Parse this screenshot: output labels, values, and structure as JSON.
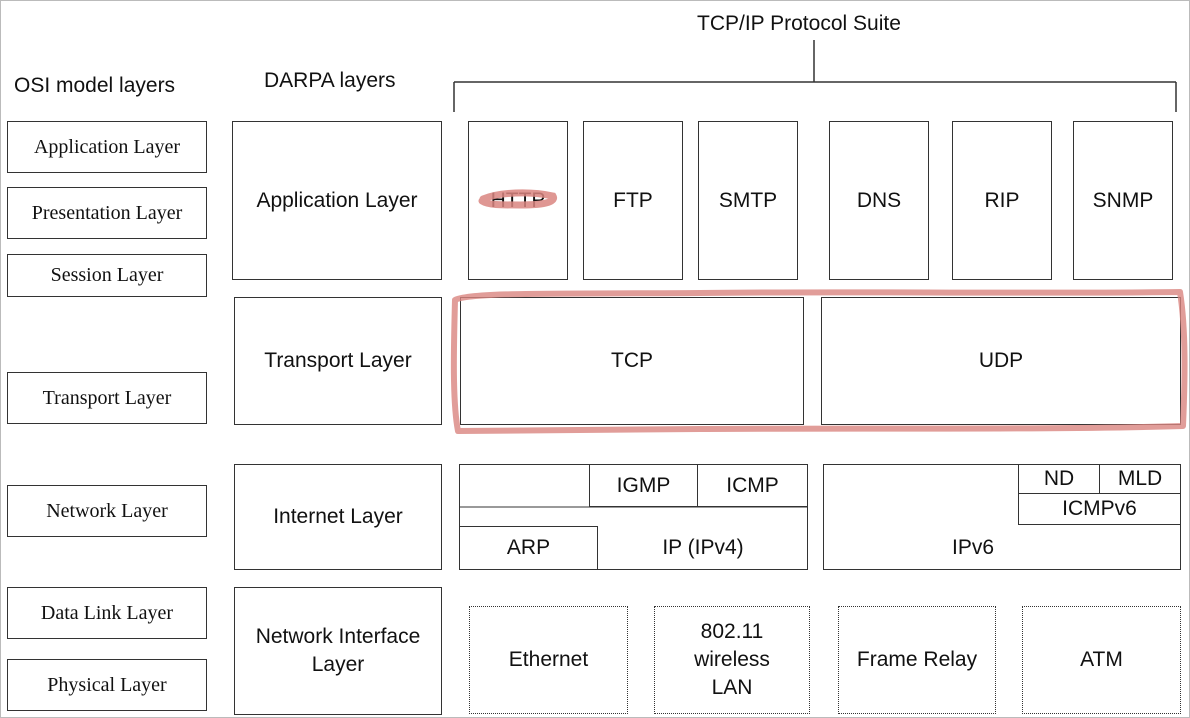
{
  "header": {
    "suite_title": "TCP/IP Protocol Suite",
    "osi_heading": "OSI model layers",
    "darpa_heading": "DARPA layers"
  },
  "osi_layers": {
    "application": "Application Layer",
    "presentation": "Presentation Layer",
    "session": "Session Layer",
    "transport": "Transport Layer",
    "network": "Network Layer",
    "data_link": "Data Link Layer",
    "physical": "Physical Layer"
  },
  "darpa_layers": {
    "application": "Application Layer",
    "transport": "Transport Layer",
    "internet": "Internet Layer",
    "network_interface": "Network Interface Layer"
  },
  "application_protocols": {
    "http": "HTTP",
    "ftp": "FTP",
    "smtp": "SMTP",
    "dns": "DNS",
    "rip": "RIP",
    "snmp": "SNMP"
  },
  "transport_protocols": {
    "tcp": "TCP",
    "udp": "UDP"
  },
  "internet_protocols": {
    "igmp": "IGMP",
    "icmp": "ICMP",
    "arp": "ARP",
    "ipv4": "IP (IPv4)",
    "nd": "ND",
    "mld": "MLD",
    "icmpv6": "ICMPv6",
    "ipv6": "IPv6"
  },
  "link_technologies": {
    "ethernet": "Ethernet",
    "wireless_line1": "802.11",
    "wireless_line2": "wireless",
    "wireless_line3": "LAN",
    "frame_relay": "Frame Relay",
    "atm": "ATM"
  },
  "colors": {
    "highlight": "#d98580",
    "border": "#333333"
  }
}
